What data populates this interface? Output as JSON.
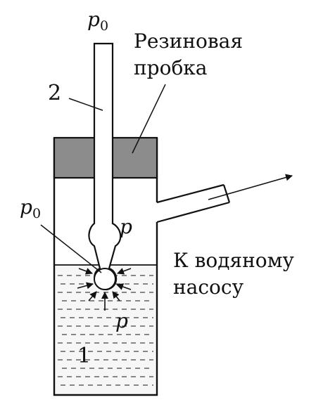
{
  "labels": {
    "p0_top": "p",
    "p0_top_sub": "0",
    "stopper_line1": "Резиновая",
    "stopper_line2": "пробка",
    "tube_number": "2",
    "p0_left": "p",
    "p0_left_sub": "0",
    "p_right": "p",
    "pump_line1": "К водяному",
    "pump_line2": "насосу",
    "p_bottom": "p",
    "vessel_number": "1"
  },
  "colors": {
    "line": "#111111",
    "stopper_fill": "#8c8c8c",
    "liquid_fill": "#f4f4f4",
    "background": "#ffffff"
  }
}
